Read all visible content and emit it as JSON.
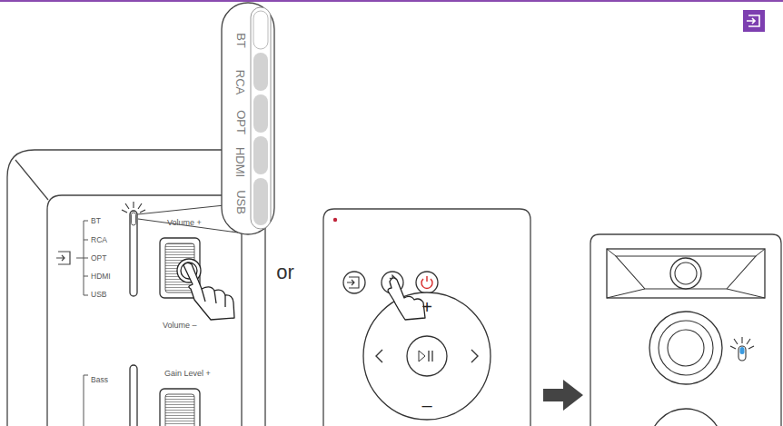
{
  "diagram": {
    "labels": [
      "BT",
      "RCA",
      "OPT",
      "HDMI",
      "USB",
      "BT",
      "RCA",
      "OPT",
      "HDMI",
      "USB",
      "Volume +",
      "Volume –",
      "Bass",
      "Gain Level +",
      "or",
      "+",
      "–"
    ]
  }
}
